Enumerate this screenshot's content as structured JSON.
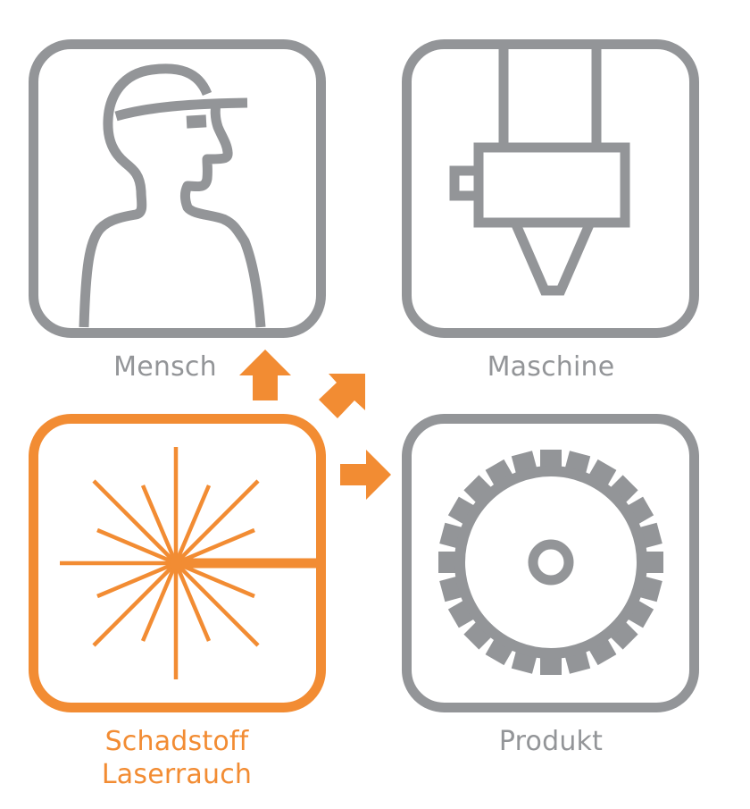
{
  "colors": {
    "gray": "#939598",
    "orange": "#f28c33",
    "background": "#ffffff"
  },
  "tiles": [
    {
      "id": "mensch",
      "label": "Mensch",
      "icon": "person-with-cap-icon",
      "color": "#939598"
    },
    {
      "id": "maschine",
      "label": "Maschine",
      "icon": "laser-head-machine-icon",
      "color": "#939598"
    },
    {
      "id": "schadstoff",
      "label_line1": "Schadstoff",
      "label_line2": "Laserrauch",
      "icon": "laser-burst-icon",
      "color": "#f28c33",
      "highlighted": true
    },
    {
      "id": "produkt",
      "label": "Produkt",
      "icon": "gear-saw-blade-icon",
      "color": "#939598"
    }
  ],
  "arrows": [
    {
      "from": "schadstoff",
      "to": "mensch",
      "direction": "up",
      "icon": "arrow-up-icon"
    },
    {
      "from": "schadstoff",
      "to": "maschine",
      "direction": "up-right",
      "icon": "arrow-up-right-icon"
    },
    {
      "from": "schadstoff",
      "to": "produkt",
      "direction": "right",
      "icon": "arrow-right-icon"
    }
  ]
}
